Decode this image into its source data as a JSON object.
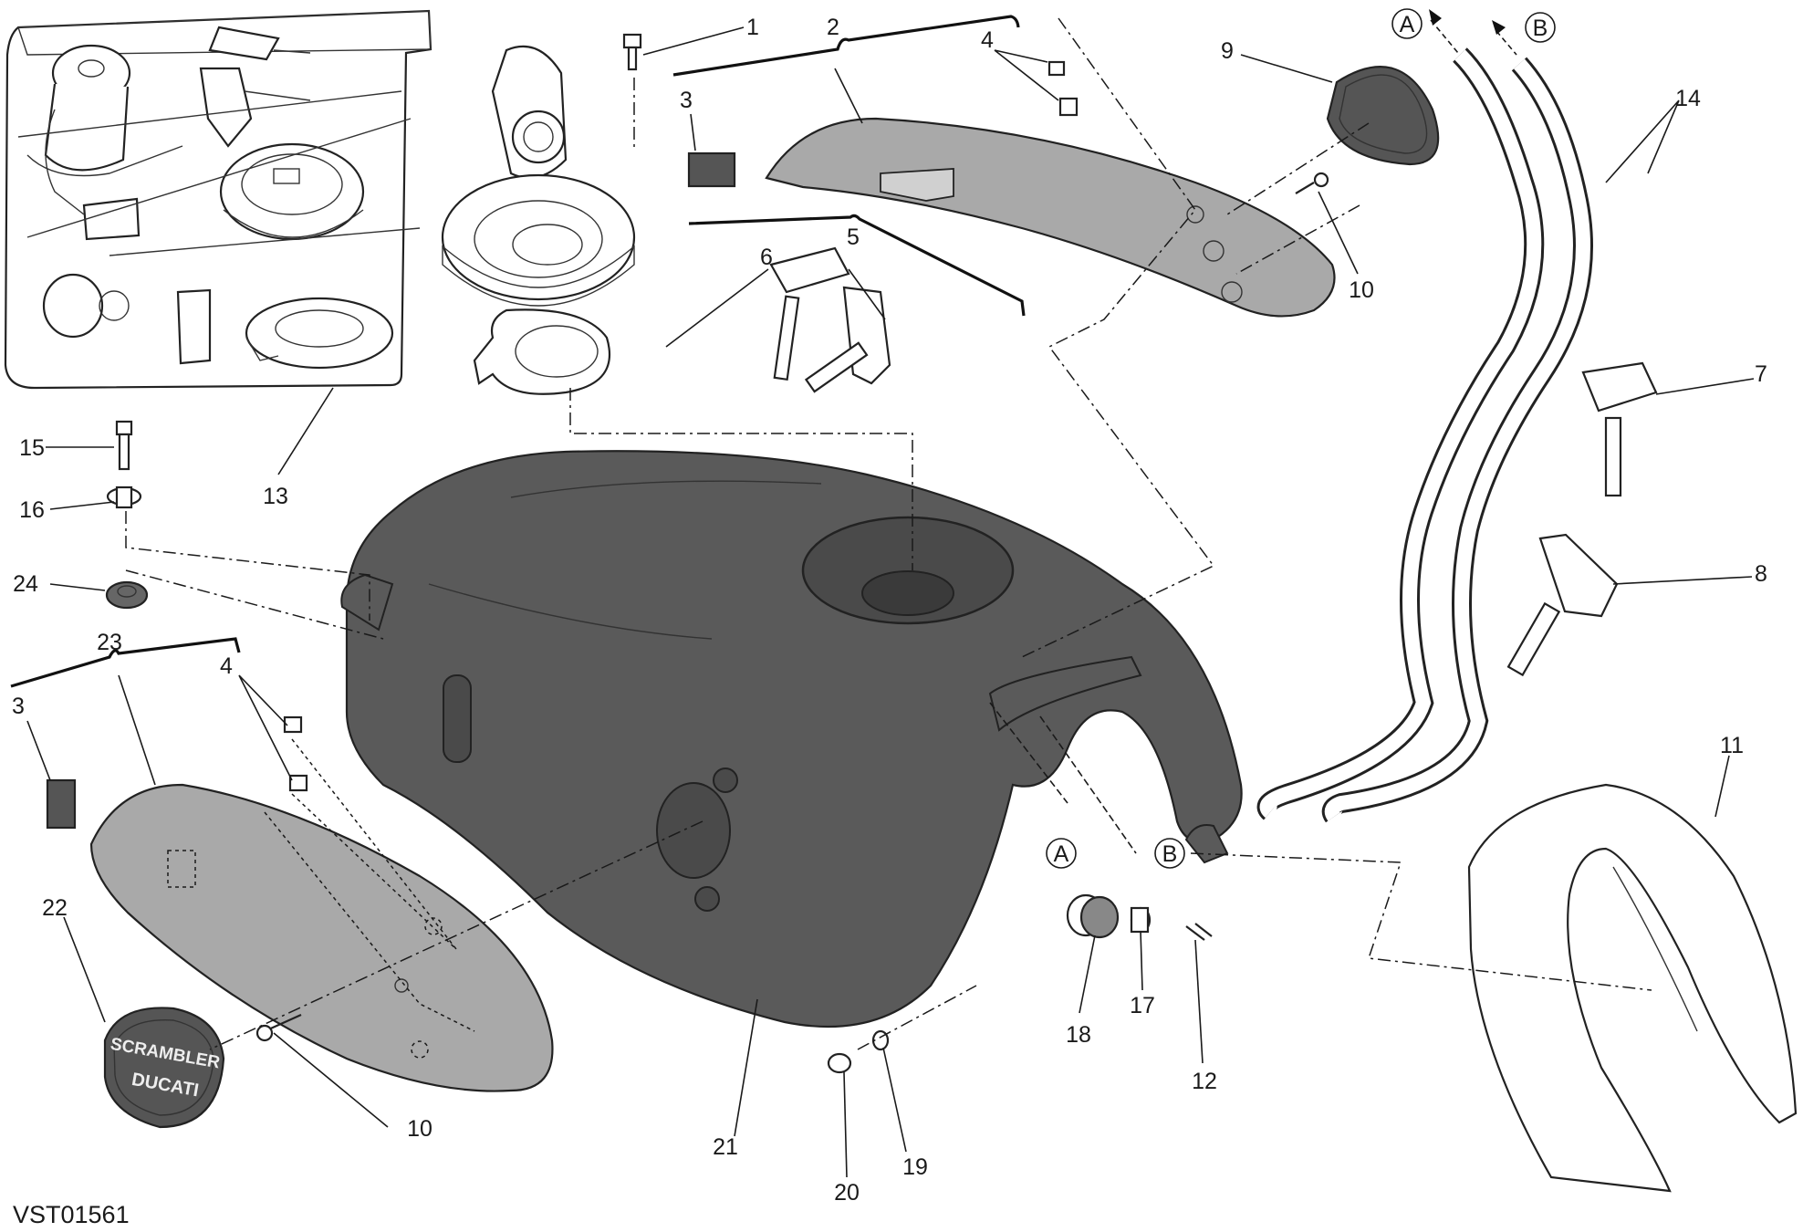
{
  "diagram": {
    "code": "VST01561",
    "callouts": [
      "1",
      "2",
      "3",
      "4",
      "5",
      "6",
      "7",
      "8",
      "9",
      "10",
      "11",
      "12",
      "13",
      "14",
      "15",
      "16",
      "17",
      "18",
      "19",
      "20",
      "21",
      "22",
      "23",
      "24"
    ],
    "connectors": [
      "A",
      "B"
    ],
    "badge_text": [
      "SCRAMBLER",
      "DUCATI"
    ],
    "colors": {
      "tank": "#5a5a5a",
      "panel": "#a9a9a9",
      "line": "#1a1a1a",
      "background": "#ffffff"
    }
  }
}
